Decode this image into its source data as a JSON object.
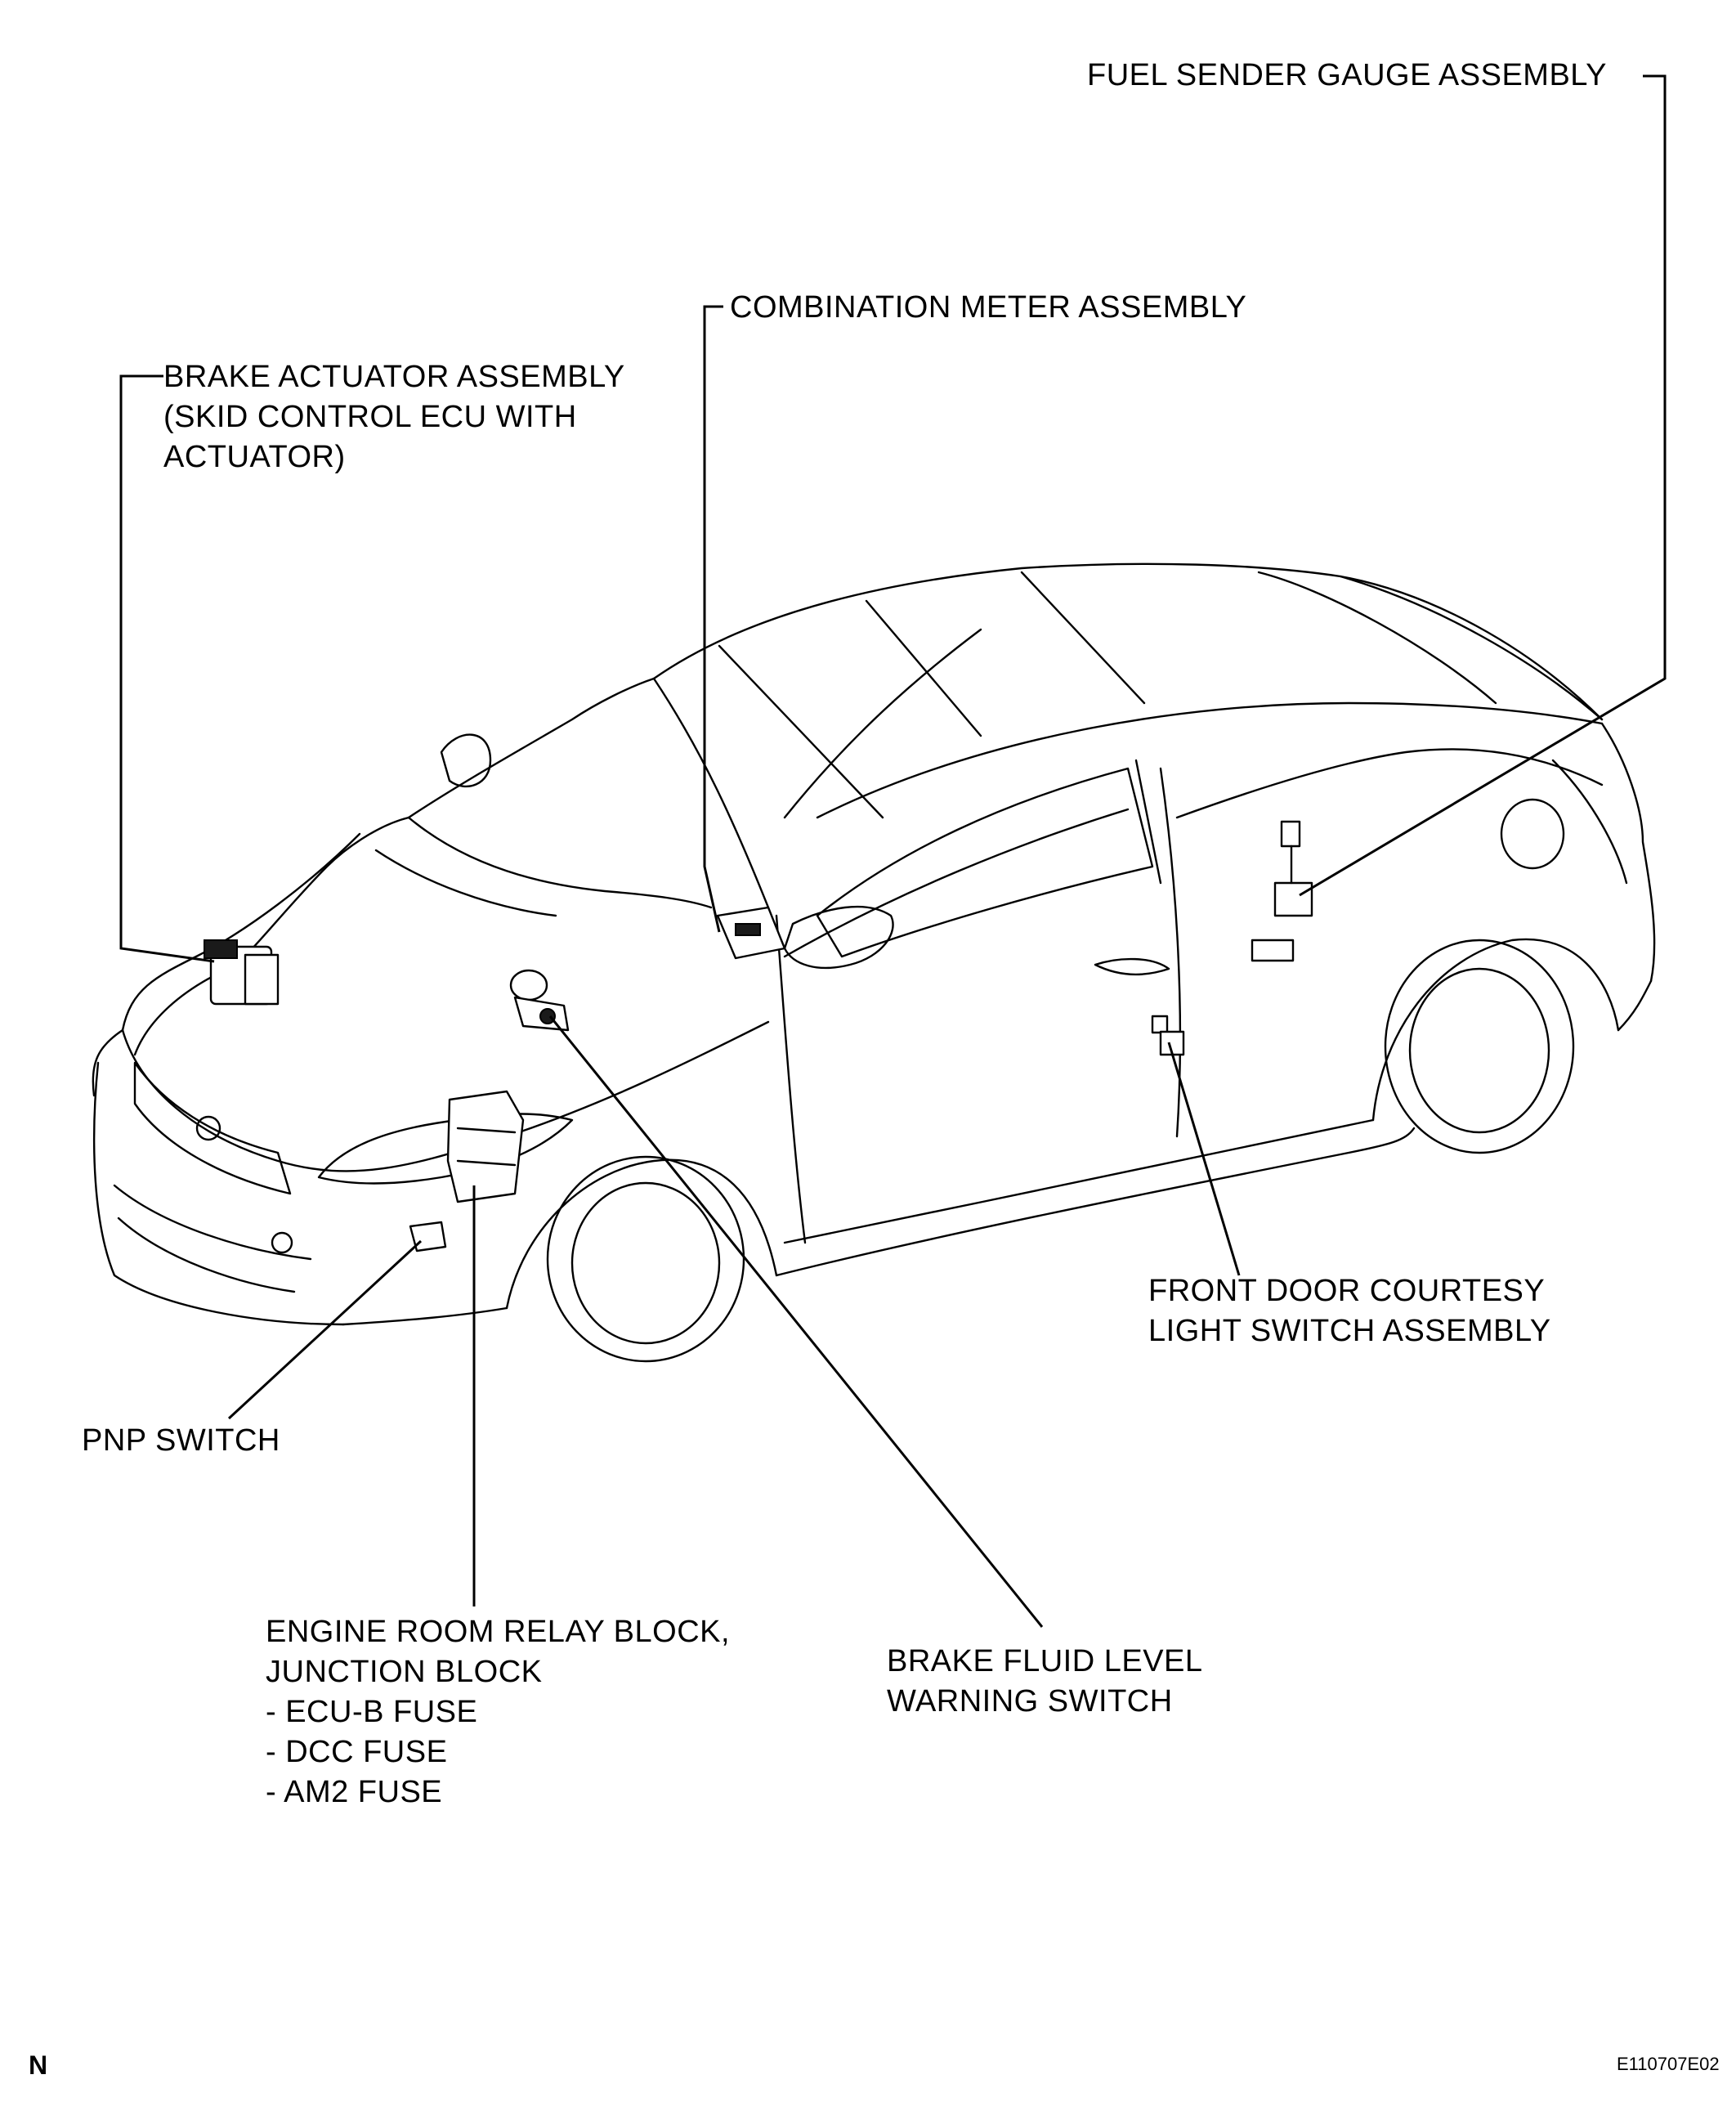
{
  "labels": {
    "fuel_sender": "FUEL SENDER GAUGE ASSEMBLY",
    "combination_meter": "COMBINATION METER ASSEMBLY",
    "brake_actuator": [
      "BRAKE ACTUATOR ASSEMBLY",
      "(SKID CONTROL ECU WITH",
      "ACTUATOR)"
    ],
    "front_door_courtesy": [
      "FRONT DOOR COURTESY",
      "LIGHT SWITCH ASSEMBLY"
    ],
    "pnp_switch": "PNP SWITCH",
    "engine_room_relay": [
      "ENGINE ROOM RELAY BLOCK,",
      "JUNCTION BLOCK",
      "- ECU-B FUSE",
      "- DCC FUSE",
      "- AM2 FUSE"
    ],
    "brake_fluid": [
      "BRAKE FLUID LEVEL",
      "WARNING SWITCH"
    ]
  },
  "footer": {
    "orientation": "N",
    "figure_id": "E110707E02"
  }
}
